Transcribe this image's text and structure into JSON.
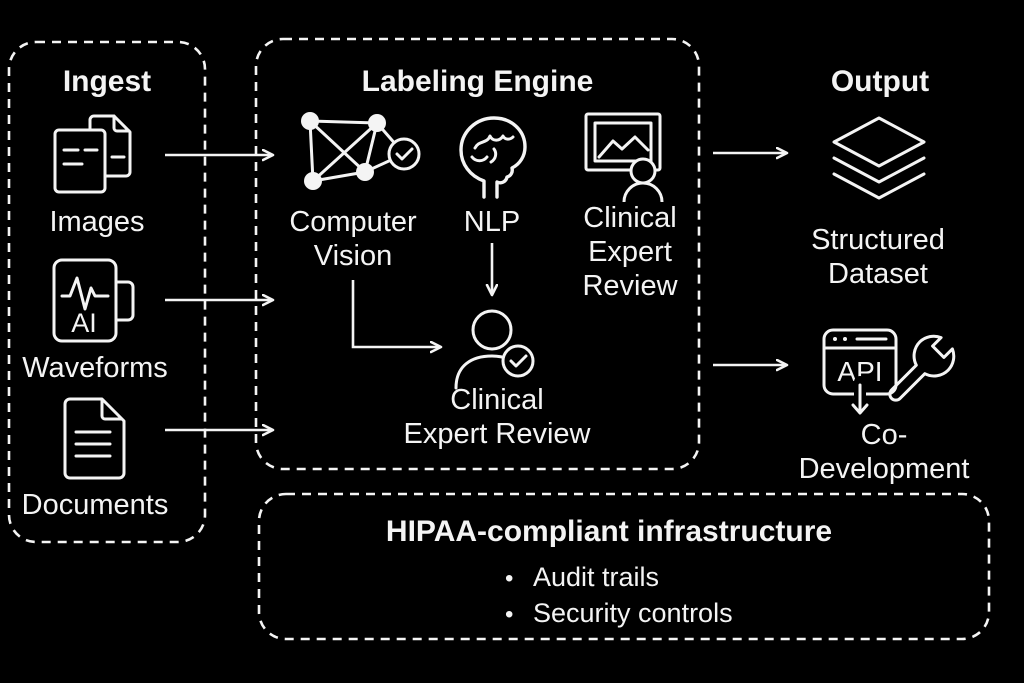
{
  "diagram": {
    "background_color": "#000000",
    "line_color": "#f4f4f4"
  },
  "ingest": {
    "title": "Ingest",
    "items": [
      {
        "label": "Images",
        "icon": "images-icon"
      },
      {
        "label": "Waveforms",
        "icon": "waveform-ai-icon",
        "icon_text": "AI"
      },
      {
        "label": "Documents",
        "icon": "document-icon"
      }
    ]
  },
  "labeling_engine": {
    "title": "Labeling Engine",
    "computer_vision": {
      "label": "Computer Vision",
      "lines": [
        "Computer",
        "Vision"
      ]
    },
    "nlp": {
      "label": "NLP"
    },
    "clinical_review_top": {
      "label": "Clinical Expert Review",
      "lines": [
        "Clinical",
        "Expert",
        "Review"
      ]
    },
    "clinical_review_bottom": {
      "label": "Clinical Expert Review",
      "lines": [
        "Clinical",
        "Expert Review"
      ]
    }
  },
  "output": {
    "title": "Output",
    "structured_dataset": {
      "label": "Structured Dataset",
      "lines": [
        "Structured",
        "Dataset"
      ]
    },
    "co_development": {
      "label": "Co-Development",
      "icon_text": "API"
    }
  },
  "infrastructure": {
    "title": "HIPAA-compliant infrastructure",
    "bullet_char": "•",
    "bullets": [
      "Audit trails",
      "Security controls"
    ]
  }
}
